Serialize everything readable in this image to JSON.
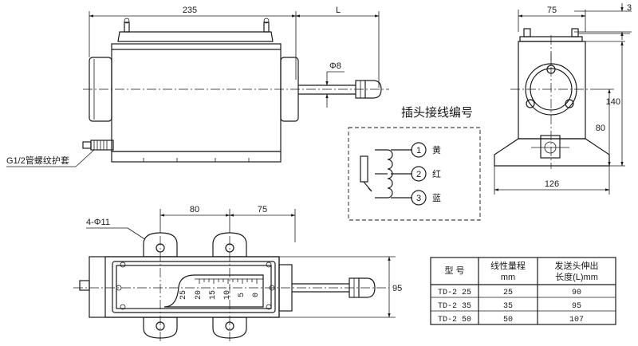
{
  "front_view": {
    "dim_length": "235",
    "dim_stroke": "L",
    "dim_rod_dia": "Φ8",
    "pipe_label": "G1/2管螺纹护套"
  },
  "side_view": {
    "dim_top": "75",
    "dim_pin": "3",
    "dim_height_total": "140",
    "dim_height_axis": "80",
    "dim_base": "126"
  },
  "plug": {
    "title": "插头接线编号",
    "pins": [
      {
        "num": "1",
        "color": "黄"
      },
      {
        "num": "2",
        "color": "红"
      },
      {
        "num": "3",
        "color": "蓝"
      }
    ]
  },
  "top_view": {
    "dim_holes": "4-Φ11",
    "dim_80": "80",
    "dim_75": "75",
    "dim_95": "95",
    "scale_labels": [
      "25",
      "20",
      "15",
      "10",
      "5",
      "0"
    ]
  },
  "spec_table": {
    "headers": [
      "型  号",
      "线性量程",
      "mm",
      "发送头伸出",
      "长度(L)mm"
    ],
    "rows": [
      {
        "model": "TD-2 25",
        "range": "25",
        "length": "90"
      },
      {
        "model": "TD-2 35",
        "range": "35",
        "length": "95"
      },
      {
        "model": "TD-2 50",
        "range": "50",
        "length": "107"
      }
    ]
  }
}
